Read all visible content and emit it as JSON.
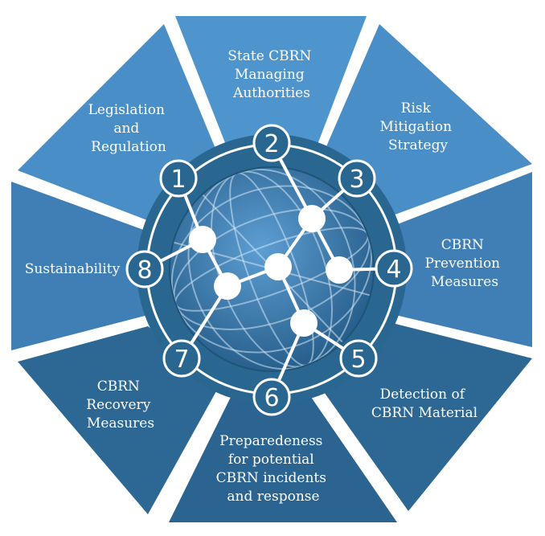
{
  "colors": {
    "segment_light": "#4a8ec8",
    "segment_mid": "#3f7fb5",
    "segment_dark": "#2d6895",
    "segment_darker": "#285f88",
    "ring": "#2a6790",
    "globe": "#3a80b8",
    "text": "#ffffff"
  },
  "segments": [
    {
      "number": "1",
      "lines": [
        "Legislation",
        "and",
        "Regulation"
      ]
    },
    {
      "number": "2",
      "lines": [
        "State CBRN",
        "Managing",
        "Authorities"
      ]
    },
    {
      "number": "3",
      "lines": [
        "Risk",
        "Mitigation",
        "Strategy"
      ]
    },
    {
      "number": "4",
      "lines": [
        "CBRN",
        "Prevention",
        "Measures"
      ]
    },
    {
      "number": "5",
      "lines": [
        "Detection of",
        "CBRN Material"
      ]
    },
    {
      "number": "6",
      "lines": [
        "Preparedeness",
        "for potential",
        "CBRN incidents",
        "and response"
      ]
    },
    {
      "number": "7",
      "lines": [
        "CBRN",
        "Recovery",
        "Measures"
      ]
    },
    {
      "number": "8",
      "lines": [
        "Sustainability"
      ]
    }
  ]
}
